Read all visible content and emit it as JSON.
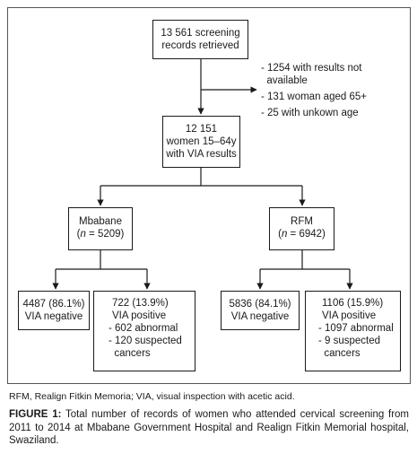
{
  "diagram": {
    "top_box": {
      "lines": [
        "13 561 screening",
        "records retrieved"
      ]
    },
    "exclusions": {
      "items": [
        "- 1254 with results not",
        "  available",
        "- 131 woman aged 65+",
        "- 25 with unkown age"
      ]
    },
    "mid_box": {
      "lines": [
        "12 151",
        "women 15–64y",
        "with VIA results"
      ]
    },
    "mbabane": {
      "name": "Mbabane",
      "n_prefix": "(",
      "n_symbol": "n",
      "n_suffix": " = 5209)",
      "negative": [
        "4487 (86.1%)",
        "VIA negative"
      ],
      "positive": [
        "722 (13.9%)",
        "VIA positive",
        "- 602 abnormal",
        "- 120 suspected",
        "  cancers"
      ]
    },
    "rfm": {
      "name": "RFM",
      "n_prefix": "(",
      "n_symbol": "n",
      "n_suffix": " = 6942)",
      "negative": [
        "5836 (84.1%)",
        "VIA negative"
      ],
      "positive": [
        "1106 (15.9%)",
        "VIA positive",
        "- 1097 abnormal",
        "- 9 suspected",
        "  cancers"
      ]
    }
  },
  "caption": {
    "abbreviations": "RFM, Realign Fitkin Memoria; VIA, visual inspection with acetic acid.",
    "figure_label": "FIGURE 1:",
    "figure_text": " Total number of records of women who attended cervical screening from 2011 to 2014 at Mbabane Government Hospital and Realign Fitkin Memorial hospital, Swaziland."
  }
}
